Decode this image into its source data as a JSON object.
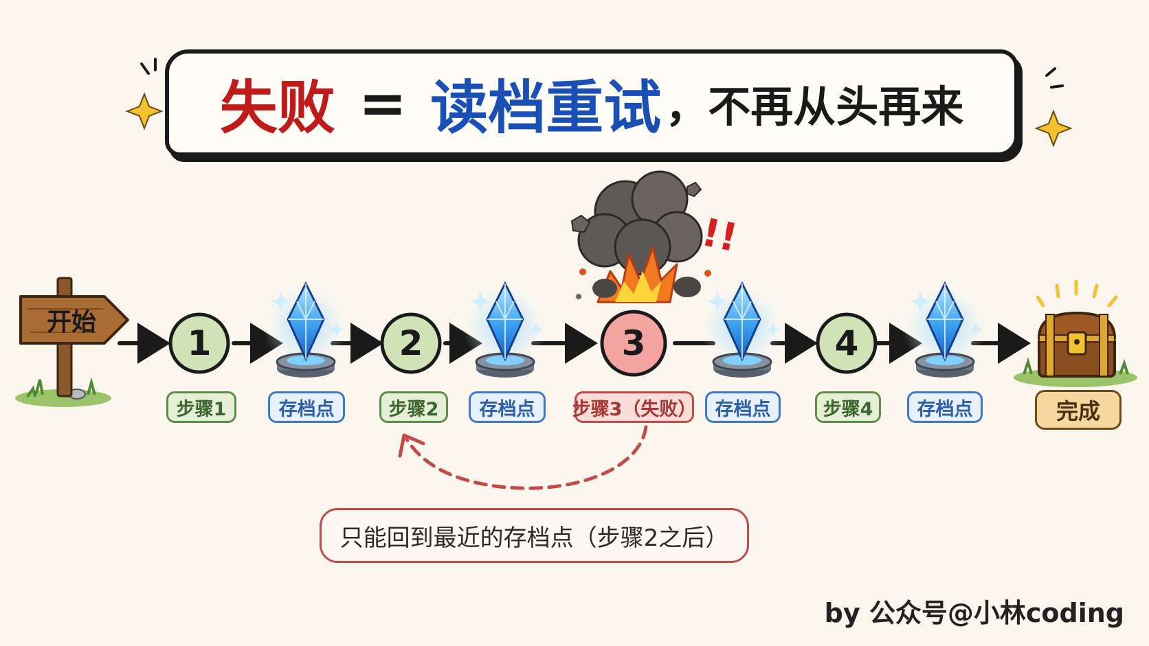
{
  "title": {
    "fail": "失败",
    "equals": "=",
    "load": "读档重试",
    "rest": "，不再从头再来"
  },
  "flow": {
    "start": "开始",
    "steps": [
      {
        "number": "1",
        "label": "步骤1",
        "status": "ok"
      },
      {
        "number": "2",
        "label": "步骤2",
        "status": "ok"
      },
      {
        "number": "3",
        "label": "步骤3（失败）",
        "status": "fail"
      },
      {
        "number": "4",
        "label": "步骤4",
        "status": "ok"
      }
    ],
    "save_label": "存档点",
    "finish": "完成",
    "alert": "!!"
  },
  "note": "只能回到最近的存档点（步骤2之后）",
  "credit": "by 公众号@小林coding",
  "colors": {
    "fail_red": "#c01b1b",
    "load_blue": "#1a4fb5",
    "ok_green": "#5e8c47",
    "save_blue": "#3d78c4",
    "gold": "#d4a017"
  }
}
